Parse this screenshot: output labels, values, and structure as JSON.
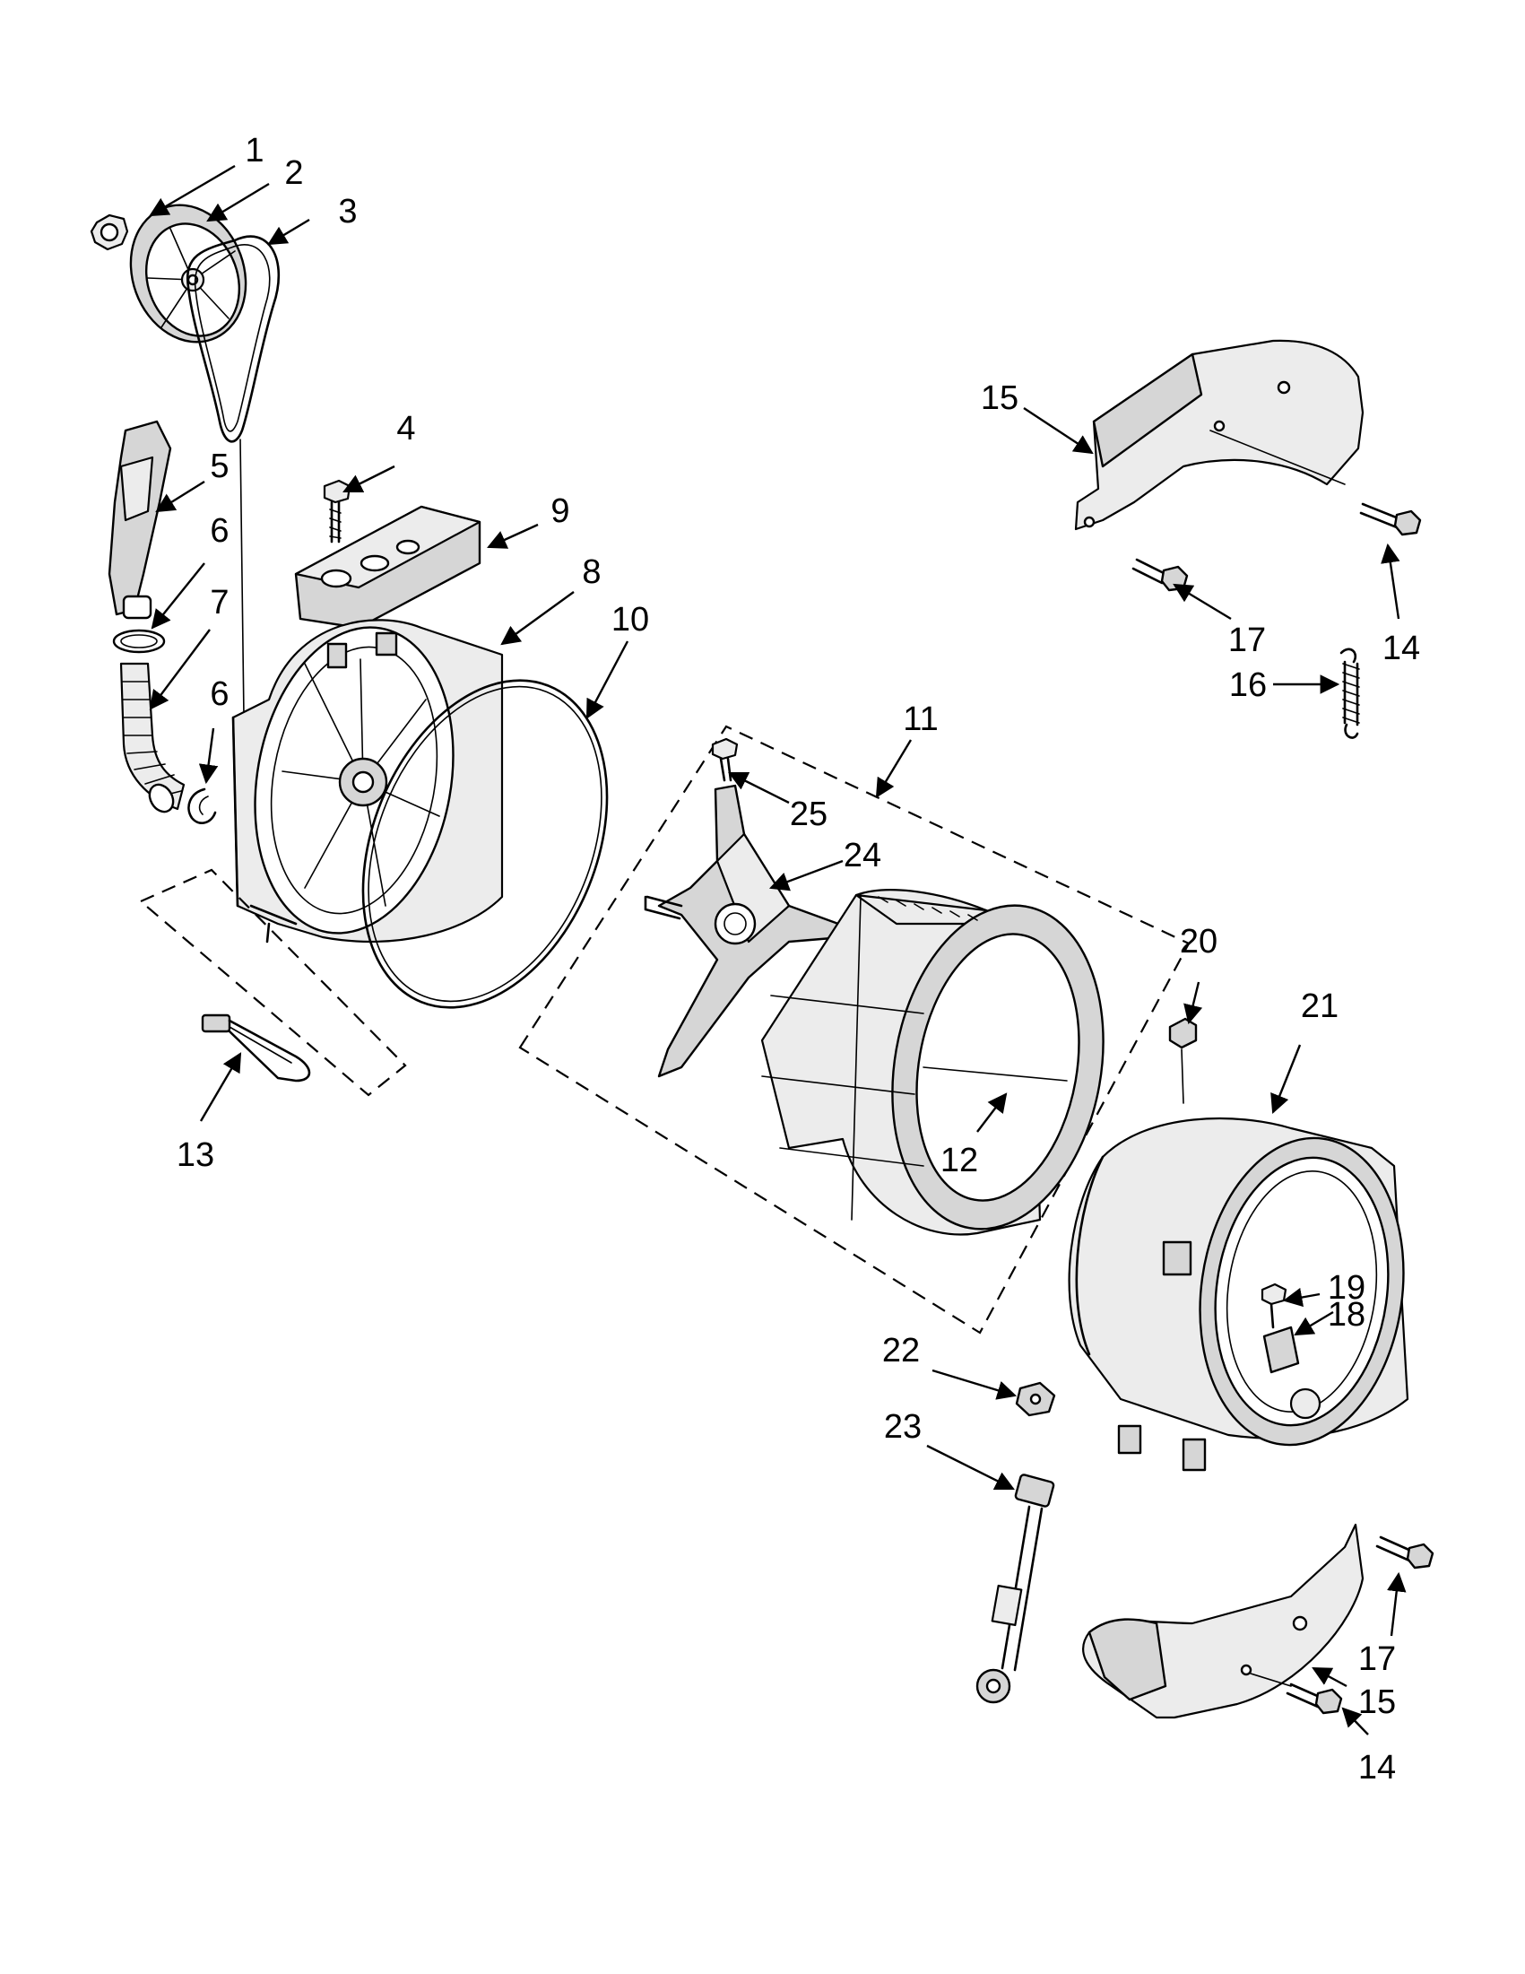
{
  "diagram": {
    "callouts": [
      {
        "id": "c1",
        "label": "1"
      },
      {
        "id": "c2",
        "label": "2"
      },
      {
        "id": "c3",
        "label": "3"
      },
      {
        "id": "c4",
        "label": "4"
      },
      {
        "id": "c5",
        "label": "5"
      },
      {
        "id": "c6a",
        "label": "6"
      },
      {
        "id": "c7",
        "label": "7"
      },
      {
        "id": "c6b",
        "label": "6"
      },
      {
        "id": "c8",
        "label": "8"
      },
      {
        "id": "c9",
        "label": "9"
      },
      {
        "id": "c10",
        "label": "10"
      },
      {
        "id": "c11",
        "label": "11"
      },
      {
        "id": "c12",
        "label": "12"
      },
      {
        "id": "c13",
        "label": "13"
      },
      {
        "id": "c14a",
        "label": "14"
      },
      {
        "id": "c14b",
        "label": "14"
      },
      {
        "id": "c15a",
        "label": "15"
      },
      {
        "id": "c15b",
        "label": "15"
      },
      {
        "id": "c16",
        "label": "16"
      },
      {
        "id": "c17a",
        "label": "17"
      },
      {
        "id": "c17b",
        "label": "17"
      },
      {
        "id": "c18",
        "label": "18"
      },
      {
        "id": "c19",
        "label": "19"
      },
      {
        "id": "c20",
        "label": "20"
      },
      {
        "id": "c21",
        "label": "21"
      },
      {
        "id": "c22",
        "label": "22"
      },
      {
        "id": "c23",
        "label": "23"
      },
      {
        "id": "c24",
        "label": "24"
      },
      {
        "id": "c25",
        "label": "25"
      }
    ]
  }
}
